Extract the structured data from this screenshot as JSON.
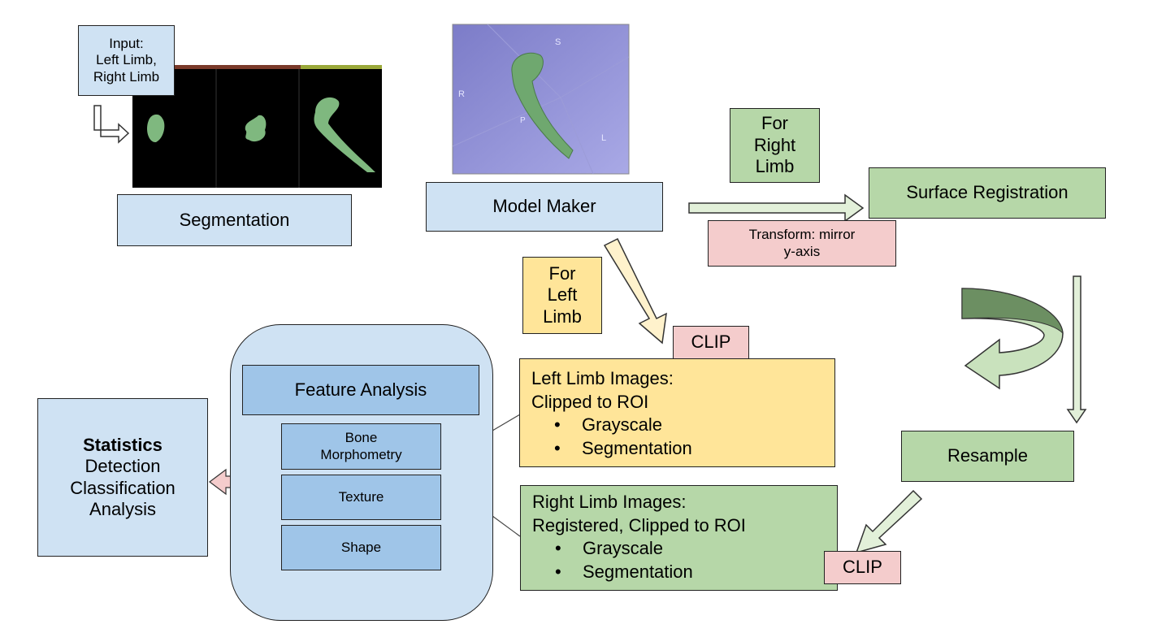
{
  "input_box": {
    "line1": "Input:",
    "line2": "Left Limb,",
    "line3": "Right Limb"
  },
  "segmentation_label": "Segmentation",
  "viewer_3d": {
    "s": "S",
    "r": "R",
    "p": "P",
    "l": "L"
  },
  "model_maker_label": "Model Maker",
  "for_right_limb": {
    "line1": "For",
    "line2": "Right",
    "line3": "Limb"
  },
  "surface_registration_label": "Surface Registration",
  "transform": {
    "line1": "Transform: mirror",
    "line2": "y-axis"
  },
  "for_left_limb": {
    "line1": "For",
    "line2": "Left",
    "line3": "Limb"
  },
  "clip_top_label": "CLIP",
  "clip_bottom_label": "CLIP",
  "left_images": {
    "title1": "Left Limb Images:",
    "title2": "Clipped to ROI",
    "items": [
      "Grayscale",
      "Segmentation"
    ]
  },
  "right_images": {
    "title1": "Right Limb Images:",
    "title2": "Registered, Clipped to ROI",
    "items": [
      "Grayscale",
      "Segmentation"
    ]
  },
  "resample_label": "Resample",
  "feature_analysis": {
    "title": "Feature Analysis",
    "bone1": "Bone",
    "bone2": "Morphometry",
    "texture": "Texture",
    "shape": "Shape"
  },
  "statistics": {
    "title": "Statistics",
    "line2": "Detection",
    "line3": "Classification",
    "line4": "Analysis"
  },
  "colors": {
    "light_blue": "#cfe2f3",
    "mid_blue": "#9fc5e8",
    "green": "#b6d7a8",
    "yellow": "#ffe599",
    "pink": "#f4cccc",
    "bone_green": "#7fb87f",
    "viewer_purple": "#8f8fd6"
  }
}
